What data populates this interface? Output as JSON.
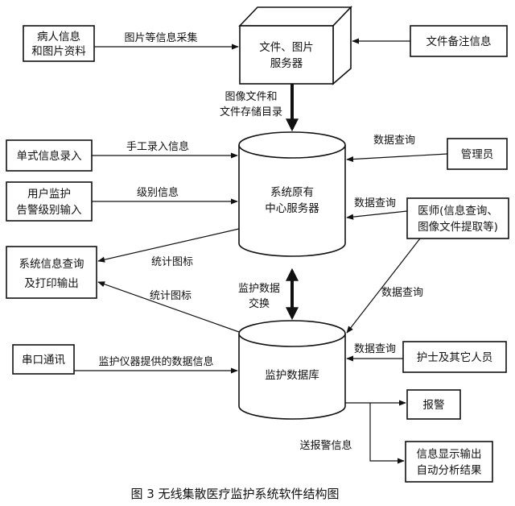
{
  "diagram": {
    "caption": "图 3 无线集散医疗监护系统软件结构图",
    "nodes": {
      "patient_info": [
        "病人信息",
        "和图片资料"
      ],
      "file_server": [
        "文件、图片",
        "服务器"
      ],
      "file_notes": "文件备注信息",
      "single_entry": "单式信息录入",
      "central_server": [
        "系统原有",
        "中心服务器"
      ],
      "admin": "管理员",
      "user_monitor": [
        "用户监护",
        "告警级别输入"
      ],
      "doctor": [
        "医师(信息查询、",
        "图像文件提取等)"
      ],
      "sys_query": [
        "系统信息查询",
        "及打印输出"
      ],
      "serial": "串口通讯",
      "monitor_db": "监护数据库",
      "nurse": "护士及其它人员",
      "alarm": "报警",
      "display": [
        "信息显示输出",
        "自动分析结果"
      ]
    },
    "edges": {
      "image_collect": "图片等信息采集",
      "image_dir": [
        "图像文件和",
        "文件存储目录"
      ],
      "manual_entry": "手工录入信息",
      "data_query_admin": "数据查询",
      "level_info": "级别信息",
      "data_query_doctor": "数据查询",
      "stats1": "统计图标",
      "monitor_exchange": [
        "监护数据",
        "交换"
      ],
      "stats2": "统计图标",
      "data_query_doctor_db": "数据查询",
      "device_data": "监护仪器提供的数据信息",
      "data_query_nurse": "数据查询",
      "send_alarm": "送报警信息"
    }
  }
}
